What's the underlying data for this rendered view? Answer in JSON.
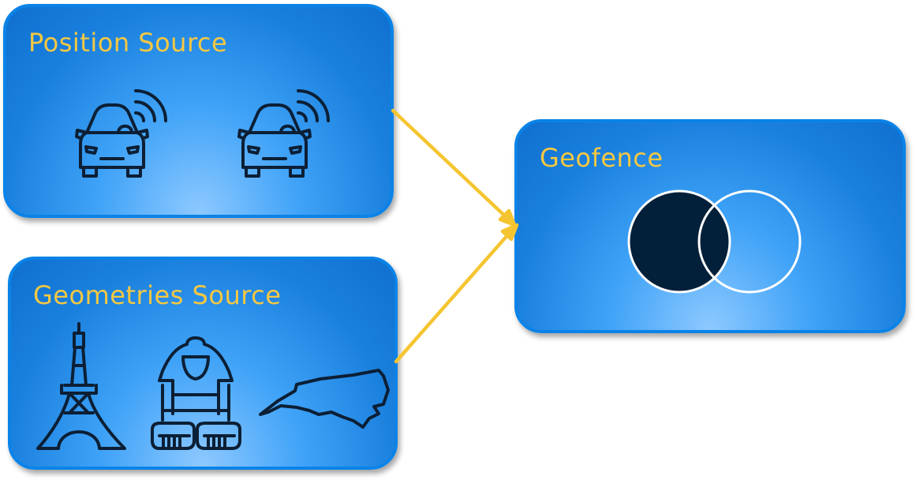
{
  "nodes": {
    "position_source": {
      "title": "Position Source",
      "icons": [
        "car-signal-icon",
        "car-signal-icon"
      ]
    },
    "geometries_source": {
      "title": "Geometries Source",
      "icons": [
        "eiffel-tower-icon",
        "sphinx-icon",
        "state-outline-icon"
      ]
    },
    "geofence": {
      "title": "Geofence",
      "icons": [
        "venn-intersection-icon"
      ]
    }
  },
  "edges": [
    {
      "from": "Position Source",
      "to": "Geofence"
    },
    {
      "from": "Geometries Source",
      "to": "Geofence"
    }
  ],
  "colors": {
    "box_fill": "#1a80dd",
    "box_border": "#0a83e8",
    "title_text": "#f5c842",
    "arrow": "#f5c531",
    "icon_stroke": "#0c1f35",
    "venn_fill": "#03203a",
    "venn_stroke": "#ffffff"
  }
}
